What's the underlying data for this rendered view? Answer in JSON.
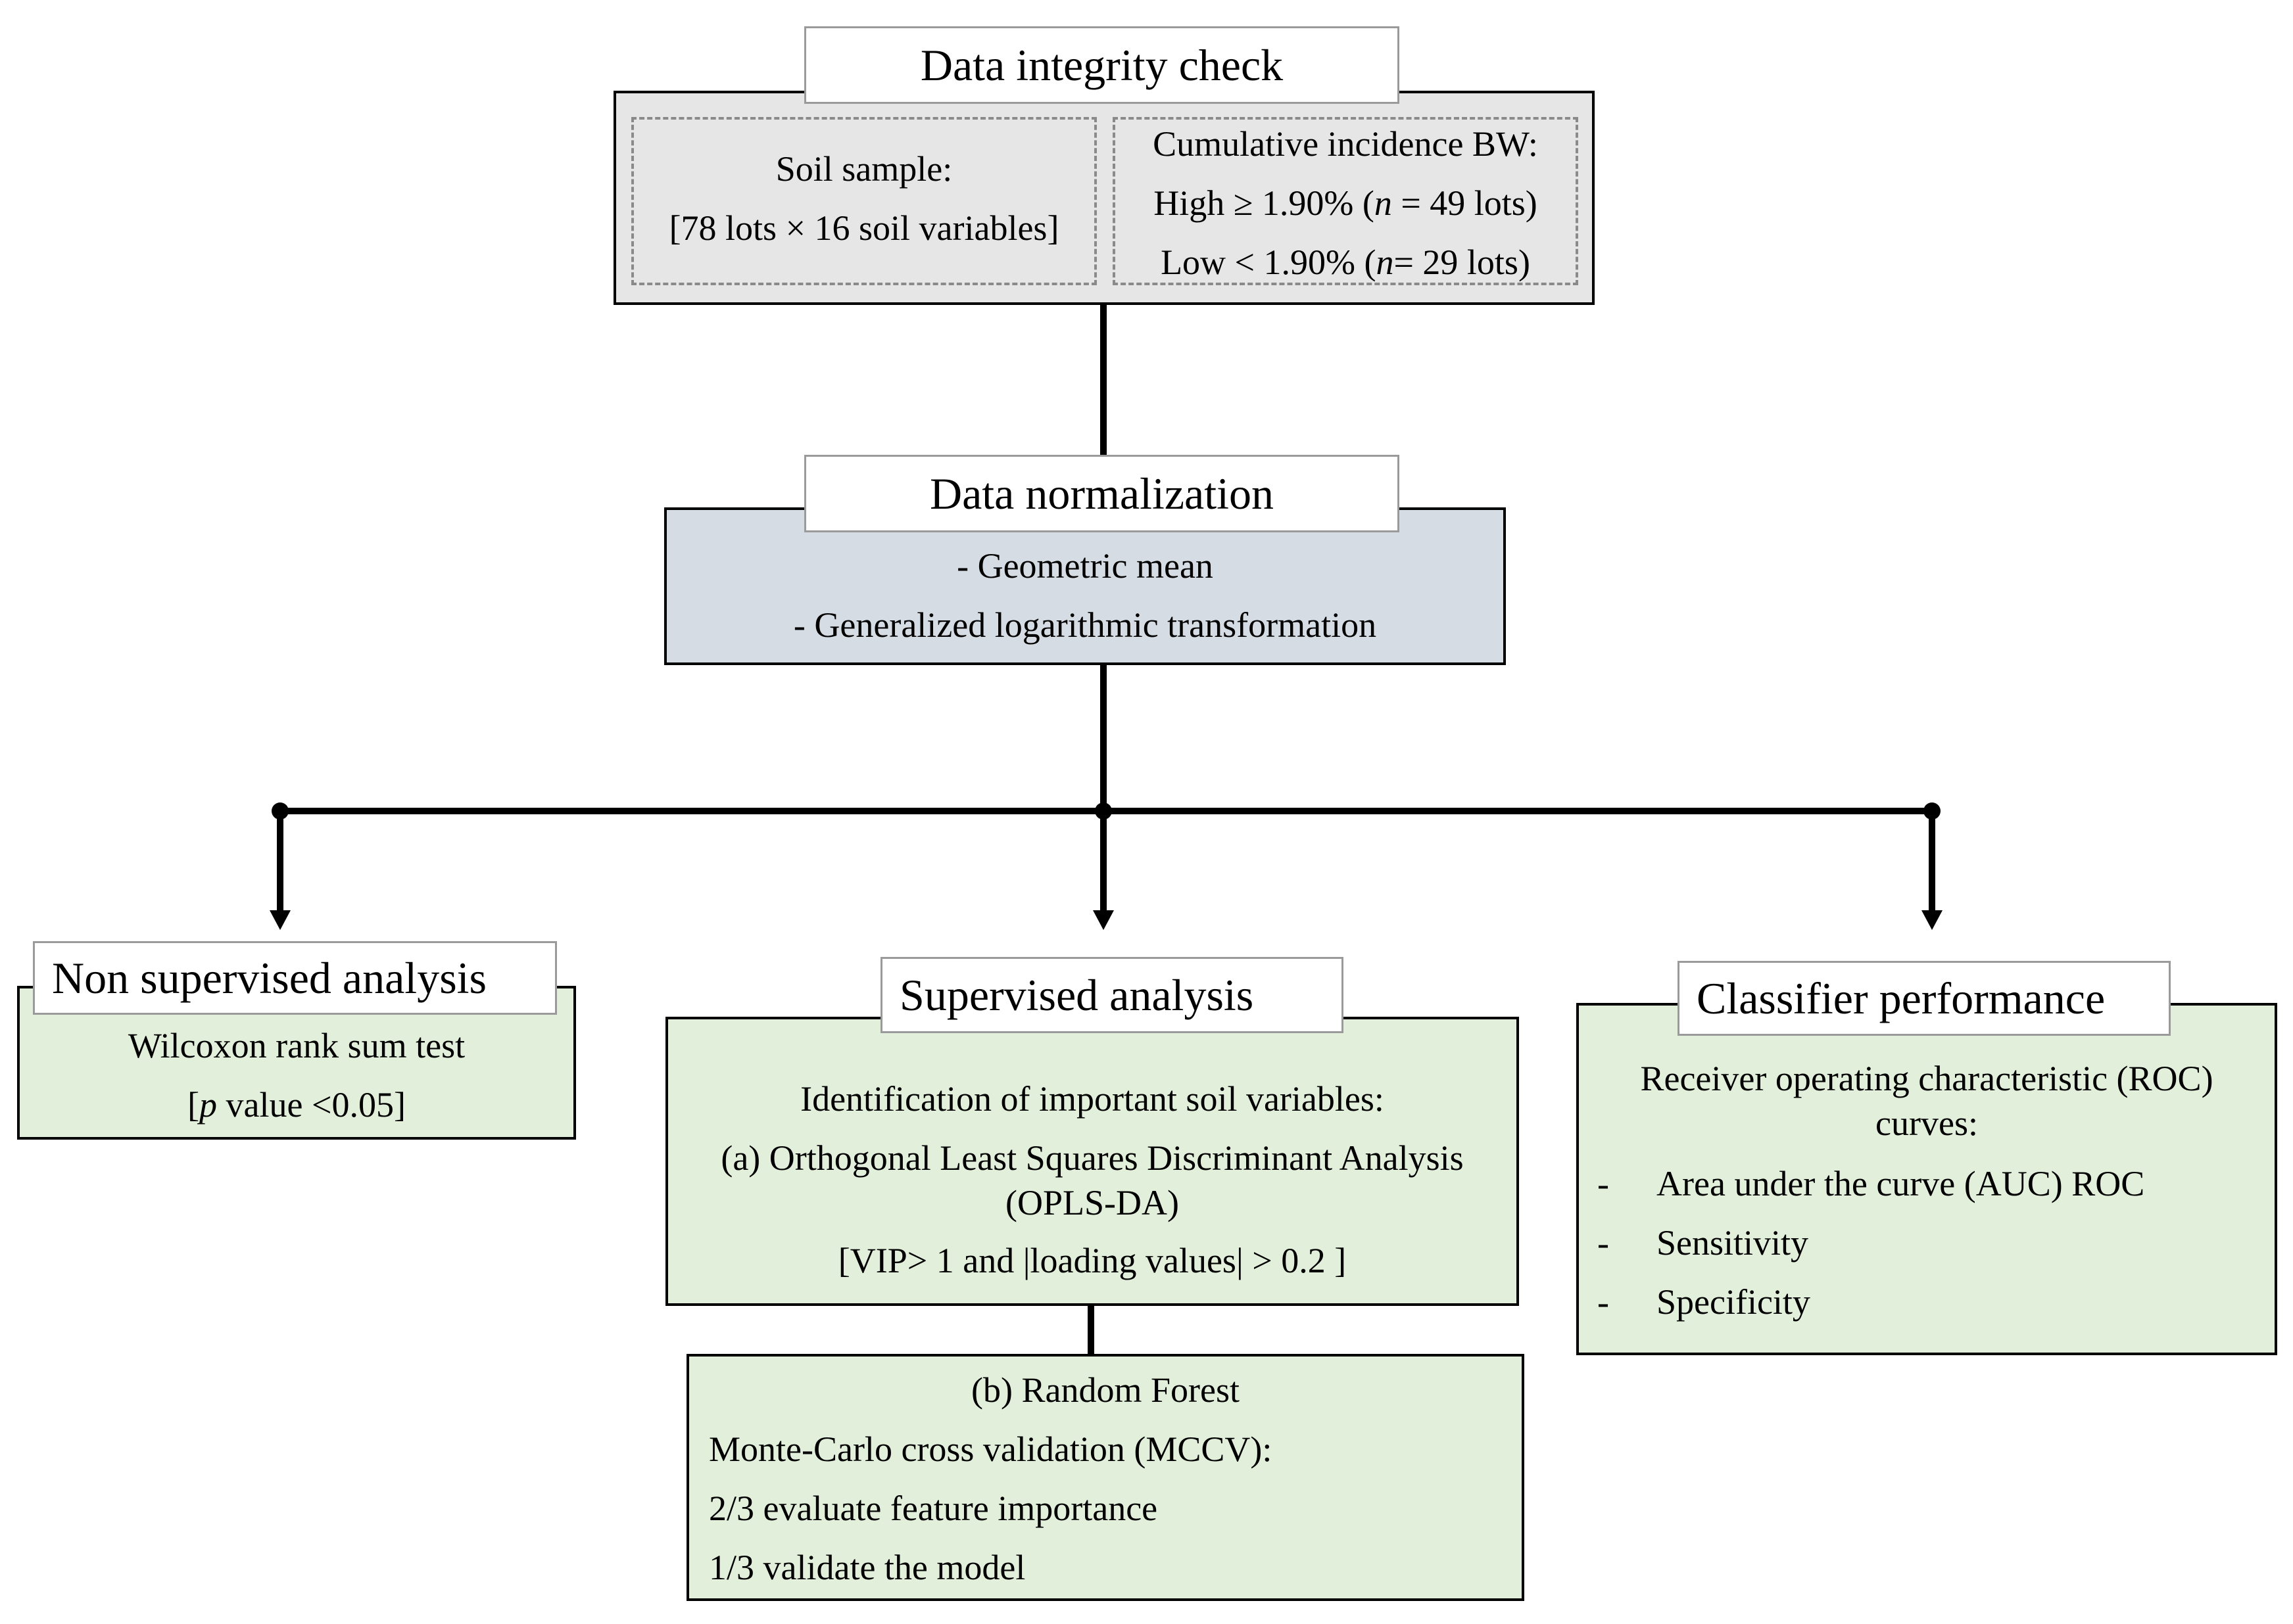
{
  "integrity": {
    "title": "Data integrity check",
    "soil": [
      "Soil sample:",
      "[78 lots × 16 soil variables]"
    ],
    "incidence": {
      "line1": "Cumulative incidence BW:",
      "high_pre": "High ≥ 1.90% (",
      "high_n": "n",
      "high_post": " = 49 lots)",
      "low_pre": "Low < 1.90% (",
      "low_n": "n",
      "low_post": "= 29 lots)"
    }
  },
  "normalization": {
    "title": "Data normalization",
    "items": [
      "- Geometric mean",
      "- Generalized logarithmic transformation"
    ]
  },
  "unsupervised": {
    "title": "Non supervised analysis",
    "line1": "Wilcoxon rank sum test",
    "line2_pre": "[",
    "line2_p": "p",
    "line2_post": " value <0.05]"
  },
  "supervised": {
    "title": "Supervised analysis",
    "lines": [
      "Identification of important soil variables:",
      "(a) Orthogonal Least Squares Discriminant Analysis",
      "(OPLS-DA)",
      "[VIP> 1 and |loading values| > 0.2 ]"
    ]
  },
  "random_forest": {
    "lines": [
      "(b) Random Forest",
      "Monte-Carlo cross validation (MCCV):",
      "2/3 evaluate feature importance",
      "1/3 validate the model"
    ]
  },
  "classifier": {
    "title": "Classifier performance",
    "intro": [
      "Receiver operating characteristic (ROC)",
      "curves:"
    ],
    "dash": "-",
    "bullets": [
      "Area under the curve (AUC) ROC",
      "Sensitivity",
      "Specificity"
    ]
  }
}
